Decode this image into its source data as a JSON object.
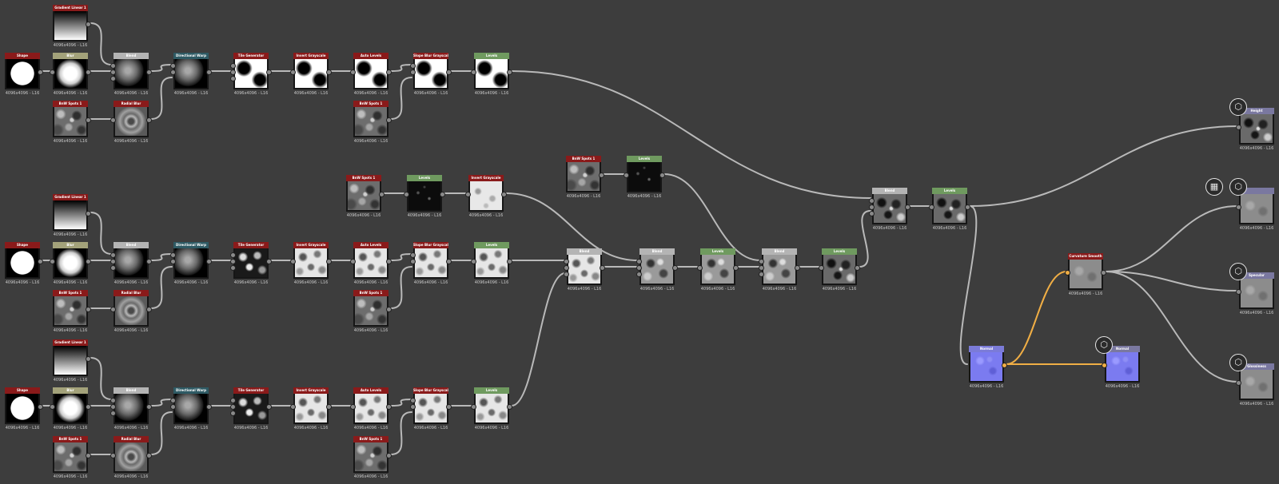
{
  "colors": {
    "canvas": "#3d3d3d",
    "header_generator": "#8a1a1a",
    "header_blend": "#b4b4b4",
    "header_warp": "#2e5a64",
    "header_levels": "#6f9a5f",
    "header_filter": "#a3a27a",
    "header_output": "#7a78a0",
    "header_normal": "#7b7bd8",
    "wire": "#b9b9b9",
    "wire_orange": "#f0ae45"
  },
  "nodes": [
    {
      "id": "gradient_linear_1_a",
      "title": "Gradient Linear 1",
      "res": "4096x4096 - L16",
      "header": "header_generator",
      "thumb": "t-gradient",
      "icon": ""
    },
    {
      "id": "shape_a",
      "title": "Shape",
      "res": "4096x4096 - L16",
      "header": "header_generator",
      "thumb": "t-white-circle",
      "icon": ""
    },
    {
      "id": "blur_a",
      "title": "Blur",
      "res": "4096x4096 - L16",
      "header": "header_filter",
      "thumb": "t-bell",
      "icon": ""
    },
    {
      "id": "blend_a",
      "title": "Blend",
      "res": "4096x4096 - L16",
      "header": "header_blend",
      "thumb": "t-sphere",
      "icon": ""
    },
    {
      "id": "dirwarp_a",
      "title": "Directional Warp",
      "res": "4096x4096 - L16",
      "header": "header_warp",
      "thumb": "t-sphere",
      "icon": ""
    },
    {
      "id": "tile_a",
      "title": "Tile Generator",
      "res": "4096x4096 - L16",
      "header": "header_generator",
      "thumb": "t-spheres-white",
      "icon": ""
    },
    {
      "id": "invert_a",
      "title": "Invert Grayscale",
      "res": "4096x4096 - L16",
      "header": "header_generator",
      "thumb": "t-spheres-white",
      "icon": ""
    },
    {
      "id": "autolevels_a",
      "title": "Auto Levels",
      "res": "4096x4096 - L16",
      "header": "header_generator",
      "thumb": "t-spheres-white",
      "icon": ""
    },
    {
      "id": "slope_a",
      "title": "Slope Blur Grayscale",
      "res": "4096x4096 - L16",
      "header": "header_generator",
      "thumb": "t-spheres-white",
      "icon": ""
    },
    {
      "id": "levels_a",
      "title": "Levels",
      "res": "4096x4096 - L16",
      "header": "header_levels",
      "thumb": "t-spheres-white",
      "icon": ""
    },
    {
      "id": "bnw_a1",
      "title": "BnW Spots 1",
      "res": "4096x4096 - L16",
      "header": "header_generator",
      "thumb": "t-noise",
      "icon": ""
    },
    {
      "id": "radial_a",
      "title": "Radial Blur",
      "res": "4096x4096 - L16",
      "header": "header_generator",
      "thumb": "t-radial",
      "icon": ""
    },
    {
      "id": "bnw_a2",
      "title": "BnW Spots 1",
      "res": "4096x4096 - L16",
      "header": "header_generator",
      "thumb": "t-noise",
      "icon": ""
    },
    {
      "id": "gradient_linear_1_b",
      "title": "Gradient Linear 1",
      "res": "4096x4096 - L16",
      "header": "header_generator",
      "thumb": "t-gradient",
      "icon": ""
    },
    {
      "id": "shape_b",
      "title": "Shape",
      "res": "4096x4096 - L16",
      "header": "header_generator",
      "thumb": "t-white-circle",
      "icon": ""
    },
    {
      "id": "blur_b",
      "title": "Blur",
      "res": "4096x4096 - L16",
      "header": "header_filter",
      "thumb": "t-bell",
      "icon": ""
    },
    {
      "id": "blend_b",
      "title": "Blend",
      "res": "4096x4096 - L16",
      "header": "header_blend",
      "thumb": "t-sphere",
      "icon": ""
    },
    {
      "id": "dirwarp_b",
      "title": "Directional Warp",
      "res": "4096x4096 - L16",
      "header": "header_warp",
      "thumb": "t-sphere",
      "icon": ""
    },
    {
      "id": "tile_b",
      "title": "Tile Generator",
      "res": "4096x4096 - L16",
      "header": "header_generator",
      "thumb": "t-blob-dark",
      "icon": ""
    },
    {
      "id": "invert_b",
      "title": "Invert Grayscale",
      "res": "4096x4096 - L16",
      "header": "header_generator",
      "thumb": "t-blob-white",
      "icon": ""
    },
    {
      "id": "autolevels_b",
      "title": "Auto Levels",
      "res": "4096x4096 - L16",
      "header": "header_generator",
      "thumb": "t-blob-white",
      "icon": ""
    },
    {
      "id": "slope_b",
      "title": "Slope Blur Grayscale",
      "res": "4096x4096 - L16",
      "header": "header_generator",
      "thumb": "t-blob-white",
      "icon": ""
    },
    {
      "id": "levels_b",
      "title": "Levels",
      "res": "4096x4096 - L16",
      "header": "header_levels",
      "thumb": "t-blob-white",
      "icon": ""
    },
    {
      "id": "bnw_b1",
      "title": "BnW Spots 1",
      "res": "4096x4096 - L16",
      "header": "header_generator",
      "thumb": "t-noise",
      "icon": ""
    },
    {
      "id": "radial_b",
      "title": "Radial Blur",
      "res": "4096x4096 - L16",
      "header": "header_generator",
      "thumb": "t-radial",
      "icon": ""
    },
    {
      "id": "bnw_b2",
      "title": "BnW Spots 1",
      "res": "4096x4096 - L16",
      "header": "header_generator",
      "thumb": "t-noise",
      "icon": ""
    },
    {
      "id": "gradient_linear_1_c",
      "title": "Gradient Linear 1",
      "res": "4096x4096 - L16",
      "header": "header_generator",
      "thumb": "t-gradient",
      "icon": ""
    },
    {
      "id": "shape_c",
      "title": "Shape",
      "res": "4096x4096 - L16",
      "header": "header_generator",
      "thumb": "t-white-circle",
      "icon": ""
    },
    {
      "id": "blur_c",
      "title": "Blur",
      "res": "4096x4096 - L16",
      "header": "header_filter",
      "thumb": "t-bell",
      "icon": ""
    },
    {
      "id": "blend_c",
      "title": "Blend",
      "res": "4096x4096 - L16",
      "header": "header_blend",
      "thumb": "t-sphere",
      "icon": ""
    },
    {
      "id": "dirwarp_c",
      "title": "Directional Warp",
      "res": "4096x4096 - L16",
      "header": "header_warp",
      "thumb": "t-sphere",
      "icon": ""
    },
    {
      "id": "tile_c",
      "title": "Tile Generator",
      "res": "4096x4096 - L16",
      "header": "header_generator",
      "thumb": "t-blob-dark",
      "icon": ""
    },
    {
      "id": "invert_c",
      "title": "Invert Grayscale",
      "res": "4096x4096 - L16",
      "header": "header_generator",
      "thumb": "t-blob-white",
      "icon": ""
    },
    {
      "id": "autolevels_c",
      "title": "Auto Levels",
      "res": "4096x4096 - L16",
      "header": "header_generator",
      "thumb": "t-blob-white",
      "icon": ""
    },
    {
      "id": "slope_c",
      "title": "Slope Blur Grayscale",
      "res": "4096x4096 - L16",
      "header": "header_generator",
      "thumb": "t-blob-white",
      "icon": ""
    },
    {
      "id": "levels_c",
      "title": "Levels",
      "res": "4096x4096 - L16",
      "header": "header_levels",
      "thumb": "t-blob-white",
      "icon": ""
    },
    {
      "id": "bnw_c1",
      "title": "BnW Spots 1",
      "res": "4096x4096 - L16",
      "header": "header_generator",
      "thumb": "t-noise",
      "icon": ""
    },
    {
      "id": "radial_c",
      "title": "Radial Blur",
      "res": "4096x4096 - L16",
      "header": "header_generator",
      "thumb": "t-radial",
      "icon": ""
    },
    {
      "id": "bnw_c2",
      "title": "BnW Spots 1",
      "res": "4096x4096 - L16",
      "header": "header_generator",
      "thumb": "t-noise",
      "icon": ""
    },
    {
      "id": "bnw_m1",
      "title": "BnW Spots 1",
      "res": "4096x4096 - L16",
      "header": "header_generator",
      "thumb": "t-noise",
      "icon": ""
    },
    {
      "id": "levels_m1",
      "title": "Levels",
      "res": "4096x4096 - L16",
      "header": "header_levels",
      "thumb": "t-darkspeckle",
      "icon": ""
    },
    {
      "id": "invert_m1",
      "title": "Invert Grayscale",
      "res": "4096x4096 - L16",
      "header": "header_generator",
      "thumb": "t-whitenoise",
      "icon": ""
    },
    {
      "id": "bnw_m2",
      "title": "BnW Spots 1",
      "res": "4096x4096 - L16",
      "header": "header_generator",
      "thumb": "t-noise",
      "icon": ""
    },
    {
      "id": "levels_m2",
      "title": "Levels",
      "res": "4096x4096 - L16",
      "header": "header_levels",
      "thumb": "t-darkspeckle",
      "icon": ""
    },
    {
      "id": "blend_m1",
      "title": "Blend",
      "res": "4096x4096 - L16",
      "header": "header_blend",
      "thumb": "t-blob-white",
      "icon": ""
    },
    {
      "id": "blend_m2",
      "title": "Blend",
      "res": "4096x4096 - L16",
      "header": "header_blend",
      "thumb": "t-greyblob",
      "icon": ""
    },
    {
      "id": "levels_m3",
      "title": "Levels",
      "res": "4096x4096 - L16",
      "header": "header_levels",
      "thumb": "t-greyblob",
      "icon": ""
    },
    {
      "id": "blend_m3",
      "title": "Blend",
      "res": "4096x4096 - L16",
      "header": "header_blend",
      "thumb": "t-greyblob",
      "icon": ""
    },
    {
      "id": "levels_m4",
      "title": "Levels",
      "res": "4096x4096 - L16",
      "header": "header_levels",
      "thumb": "t-darkcells",
      "icon": ""
    },
    {
      "id": "blend_m4",
      "title": "Blend",
      "res": "4096x4096 - L16",
      "header": "header_blend",
      "thumb": "t-darkcells",
      "icon": ""
    },
    {
      "id": "levels_m5",
      "title": "Levels",
      "res": "4096x4096 - L16",
      "header": "header_levels",
      "thumb": "t-darkcells",
      "icon": ""
    },
    {
      "id": "curvature",
      "title": "Curvature Smooth",
      "res": "4096x4096 - L16",
      "header": "header_generator",
      "thumb": "t-curv",
      "icon": ""
    },
    {
      "id": "normal_a",
      "title": "Normal",
      "res": "4096x4096 - L16",
      "header": "header_normal",
      "thumb": "t-normal",
      "icon": ""
    },
    {
      "id": "normal_out",
      "title": "Normal",
      "res": "4096x4096 - L16",
      "header": "header_output",
      "thumb": "t-normal",
      "icon": "cube-icon"
    },
    {
      "id": "height_out",
      "title": "Height",
      "res": "4096x4096 - L16",
      "header": "header_output",
      "thumb": "t-darkcells",
      "icon": "cube-icon"
    },
    {
      "id": "basecolor_out",
      "title": "",
      "res": "4096x4096 - L16",
      "header": "header_output",
      "thumb": "t-curv",
      "icon": "cube-icon"
    },
    {
      "id": "specular_out",
      "title": "Specular",
      "res": "4096x4096 - L16",
      "header": "header_output",
      "thumb": "t-curv",
      "icon": "cube-icon"
    },
    {
      "id": "glossiness_out",
      "title": "Glossiness",
      "res": "4096x4096 - L16",
      "header": "header_output",
      "thumb": "t-curv",
      "icon": "cube-icon"
    }
  ],
  "badges": [
    {
      "name": "checker-icon",
      "glyph": "▦"
    },
    {
      "name": "cube-icon",
      "glyph": "⬡"
    }
  ]
}
